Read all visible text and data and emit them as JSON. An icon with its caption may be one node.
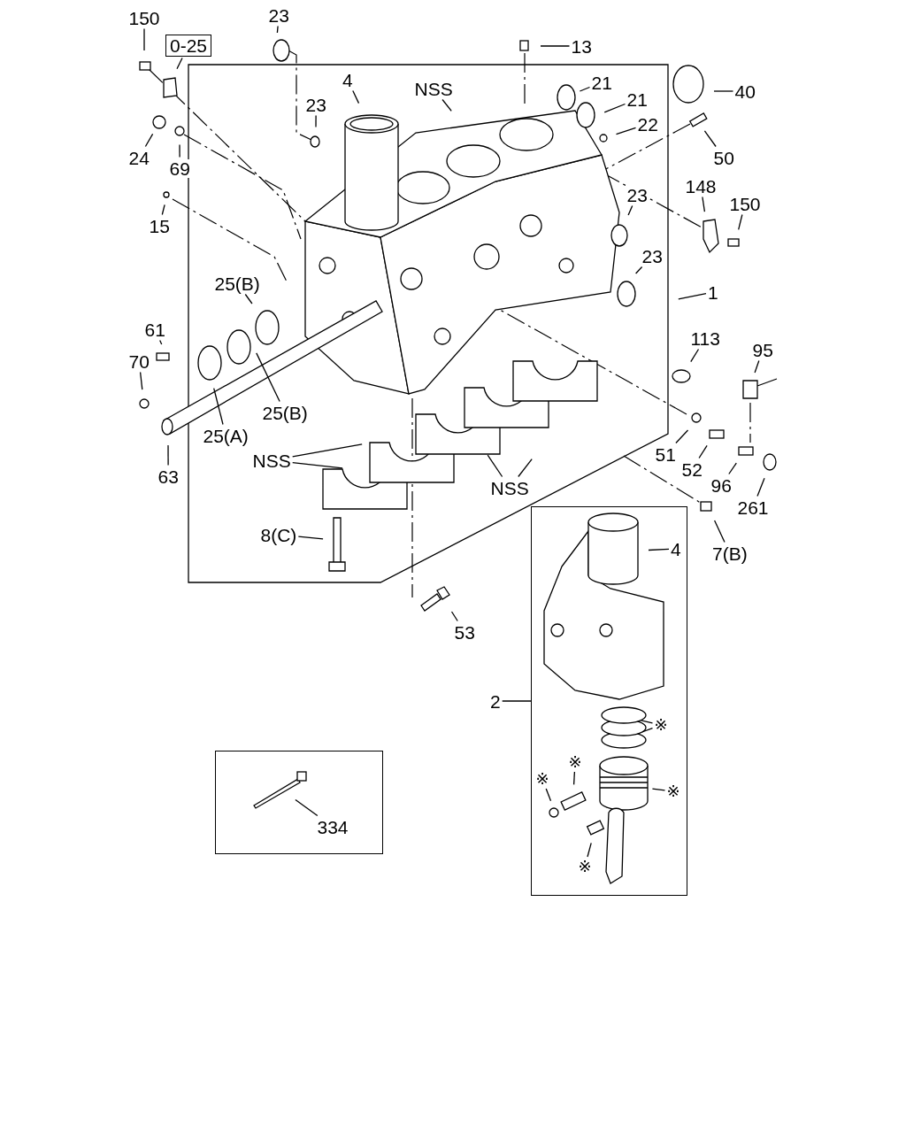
{
  "diagram": {
    "nodes": [
      {
        "text": [
          "150"
        ]
      },
      {
        "text": [
          "0-25"
        ]
      },
      {
        "text": [
          "23"
        ]
      },
      {
        "text": [
          "13"
        ]
      },
      {
        "text": [
          "4"
        ]
      },
      {
        "text": [
          "NSS"
        ]
      },
      {
        "text": [
          "21"
        ]
      },
      {
        "text": [
          "40"
        ]
      },
      {
        "text": [
          "23"
        ]
      },
      {
        "text": [
          "21"
        ]
      },
      {
        "text": [
          "22"
        ]
      },
      {
        "text": [
          "24"
        ]
      },
      {
        "text": [
          "69"
        ]
      },
      {
        "text": [
          "50"
        ]
      },
      {
        "text": [
          "148"
        ]
      },
      {
        "text": [
          "150"
        ]
      },
      {
        "text": [
          "23"
        ]
      },
      {
        "text": [
          "15"
        ]
      },
      {
        "text": [
          "23"
        ]
      },
      {
        "text": [
          "25(B)"
        ]
      },
      {
        "text": [
          "1"
        ]
      },
      {
        "text": [
          "61"
        ]
      },
      {
        "text": [
          "113"
        ]
      },
      {
        "text": [
          "95"
        ]
      },
      {
        "text": [
          "70"
        ]
      },
      {
        "text": [
          "25(B)"
        ]
      },
      {
        "text": [
          "25(A)"
        ]
      },
      {
        "text": [
          "51"
        ]
      },
      {
        "text": [
          "NSS"
        ]
      },
      {
        "text": [
          "52"
        ]
      },
      {
        "text": [
          "63"
        ]
      },
      {
        "text": [
          "NSS"
        ]
      },
      {
        "text": [
          "96"
        ]
      },
      {
        "text": [
          "261"
        ]
      },
      {
        "text": [],
        "shape": "box"
      },
      {
        "text": [
          "8(C)"
        ]
      },
      {
        "text": [
          "4"
        ],
        "in": 34
      },
      {
        "text": [
          "7(B)"
        ]
      },
      {
        "text": [
          "53"
        ]
      },
      {
        "text": [
          "2"
        ]
      },
      {
        "text": [
          "※"
        ],
        "in": 34
      },
      {
        "text": [],
        "shape": "box"
      },
      {
        "text": [
          "※"
        ],
        "in": 34
      },
      {
        "text": [
          "※"
        ],
        "in": 34
      },
      {
        "text": [
          "※"
        ],
        "in": 34
      },
      {
        "text": [
          "334"
        ],
        "in": 41
      },
      {
        "text": [
          "※"
        ],
        "in": 34
      }
    ],
    "edges": [
      {
        "from": 0,
        "to": null,
        "arrow": "none"
      },
      {
        "from": 1,
        "to": null,
        "arrow": "none"
      },
      {
        "from": 2,
        "to": null,
        "arrow": "none"
      },
      {
        "from": 3,
        "to": null,
        "arrow": "none"
      },
      {
        "from": 4,
        "to": null,
        "arrow": "none"
      },
      {
        "from": 5,
        "to": null,
        "arrow": "none"
      },
      {
        "from": 6,
        "to": null,
        "arrow": "none"
      },
      {
        "from": 7,
        "to": null,
        "arrow": "none"
      },
      {
        "from": 8,
        "to": null,
        "arrow": "none"
      },
      {
        "from": 9,
        "to": null,
        "arrow": "none"
      },
      {
        "from": 10,
        "to": null,
        "arrow": "none"
      },
      {
        "from": 11,
        "to": null,
        "arrow": "none"
      },
      {
        "from": 12,
        "to": null,
        "arrow": "none"
      },
      {
        "from": 13,
        "to": null,
        "arrow": "none"
      },
      {
        "from": 14,
        "to": null,
        "arrow": "none"
      },
      {
        "from": 15,
        "to": null,
        "arrow": "none"
      },
      {
        "from": 16,
        "to": null,
        "arrow": "none"
      },
      {
        "from": 17,
        "to": null,
        "arrow": "none"
      },
      {
        "from": 18,
        "to": null,
        "arrow": "none"
      },
      {
        "from": 19,
        "to": null,
        "arrow": "none"
      },
      {
        "from": 20,
        "to": null,
        "arrow": "none"
      },
      {
        "from": 21,
        "to": null,
        "arrow": "none"
      },
      {
        "from": 22,
        "to": null,
        "arrow": "none"
      },
      {
        "from": 23,
        "to": null,
        "arrow": "none"
      },
      {
        "from": 24,
        "to": null,
        "arrow": "none"
      },
      {
        "from": 25,
        "to": null,
        "arrow": "none"
      },
      {
        "from": 26,
        "to": null,
        "arrow": "none"
      },
      {
        "from": 27,
        "to": null,
        "arrow": "none"
      },
      {
        "from": 28,
        "to": null,
        "arrow": "none"
      },
      {
        "from": 28,
        "to": null,
        "arrow": "none"
      },
      {
        "from": 29,
        "to": null,
        "arrow": "none"
      },
      {
        "from": 30,
        "to": null,
        "arrow": "none"
      },
      {
        "from": 31,
        "to": null,
        "arrow": "none"
      },
      {
        "from": 31,
        "to": null,
        "arrow": "none"
      },
      {
        "from": 32,
        "to": null,
        "arrow": "none"
      },
      {
        "from": 33,
        "to": null,
        "arrow": "none"
      },
      {
        "from": 35,
        "to": null,
        "arrow": "none"
      },
      {
        "from": 36,
        "to": null,
        "arrow": "none"
      },
      {
        "from": 37,
        "to": null,
        "arrow": "none"
      },
      {
        "from": 38,
        "to": null,
        "arrow": "none"
      },
      {
        "from": 39,
        "to": 34,
        "arrow": "none"
      },
      {
        "from": 40,
        "to": null,
        "arrow": "none"
      },
      {
        "from": 40,
        "to": null,
        "arrow": "none"
      },
      {
        "from": 42,
        "to": null,
        "arrow": "none"
      },
      {
        "from": 43,
        "to": null,
        "arrow": "none"
      },
      {
        "from": 44,
        "to": null,
        "arrow": "none"
      },
      {
        "from": 45,
        "to": null,
        "arrow": "none"
      },
      {
        "from": 46,
        "to": null,
        "arrow": "none"
      }
    ]
  }
}
